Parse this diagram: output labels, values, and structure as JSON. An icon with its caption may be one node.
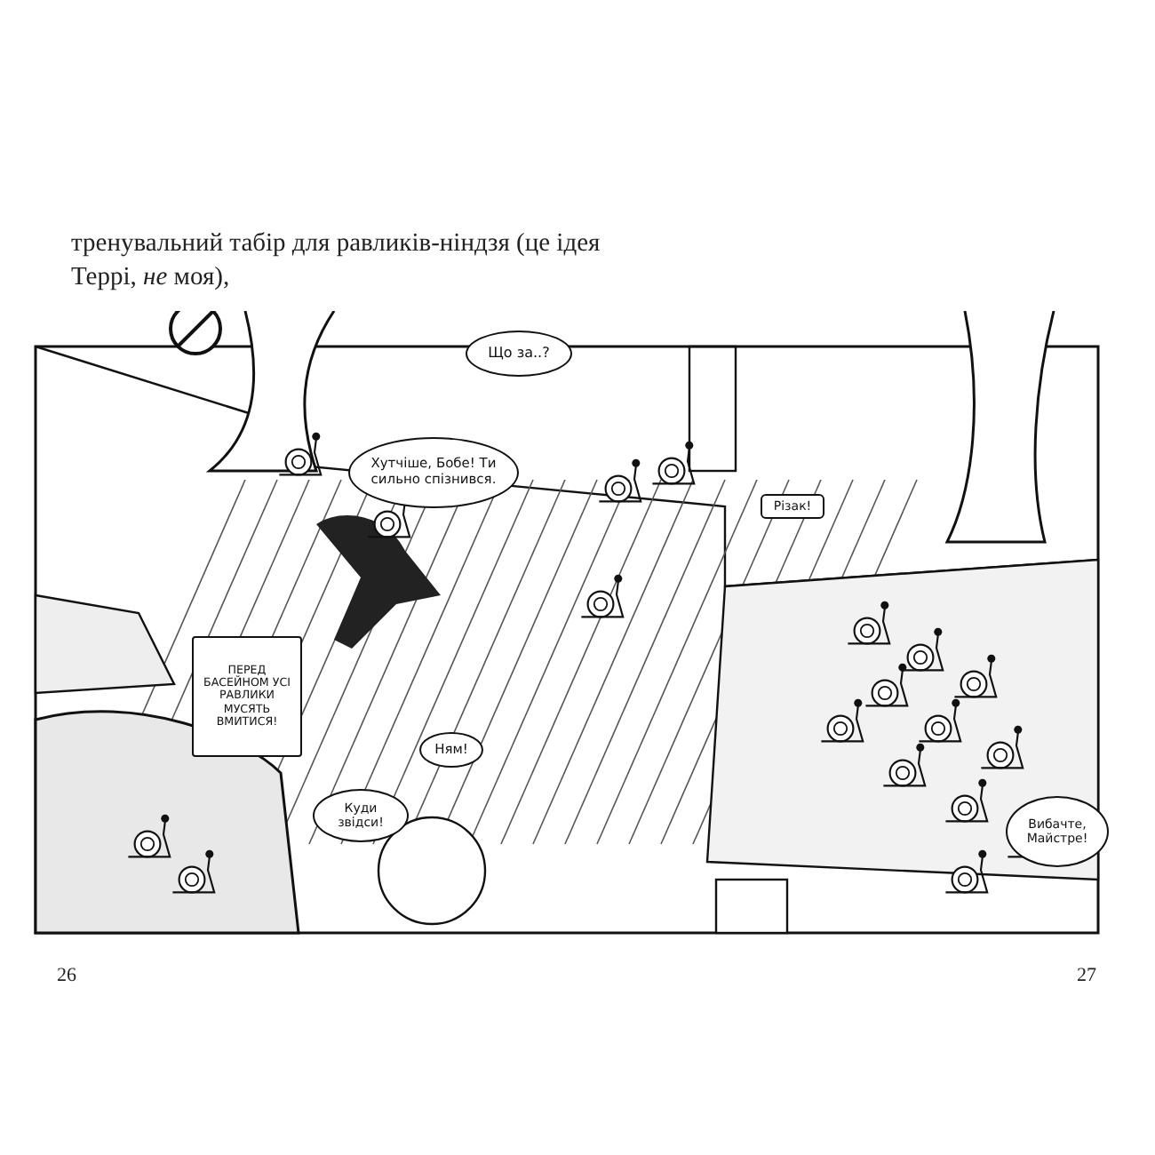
{
  "diagram": {
    "nodes": [
      {
        "text": [
          "Що за..?"
        ]
      },
      {
        "text": [
          "Хутчіше, Бобе! Ти сильно спізнився."
        ]
      },
      {
        "text": [
          "ПЕРЕД БАСЕЙНОМ УСІ РАВЛИКИ МУСЯТЬ ВМИТИСЯ!"
        ]
      },
      {
        "text": [
          "Різак!"
        ]
      },
      {
        "text": [
          "Ням!"
        ]
      },
      {
        "text": [
          "Куди звідси!"
        ]
      },
      {
        "text": [
          "Вибачте, Майстре!"
        ]
      }
    ],
    "labels": [
      "тренувальний табір для равликів-ніндзя (це ідея Террі, *не* моя),",
      "26",
      "27"
    ]
  }
}
